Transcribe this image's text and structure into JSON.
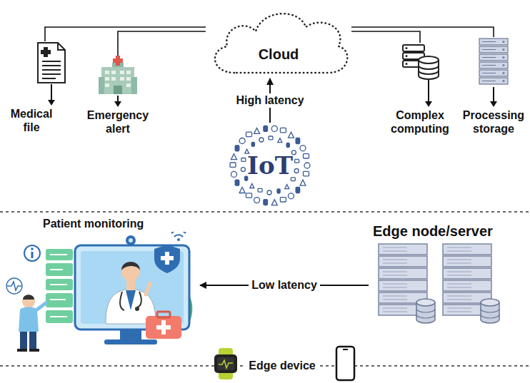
{
  "diagram": {
    "nodes": [
      {
        "text": [
          "Cloud"
        ]
      },
      {
        "text": [
          "Medical file"
        ]
      },
      {
        "text": [
          "Emergency alert"
        ]
      },
      {
        "text": [
          "Complex computing"
        ]
      },
      {
        "text": [
          "Processing storage"
        ]
      },
      {
        "text": [
          "IoT"
        ]
      },
      {
        "text": [
          "Patient monitoring"
        ]
      },
      {
        "text": [
          "Edge node/server"
        ]
      }
    ],
    "edges": [
      {
        "from": 0,
        "to": 1,
        "arrow": "none"
      },
      {
        "from": 0,
        "to": 2,
        "arrow": "none"
      },
      {
        "from": 0,
        "to": 3,
        "arrow": "none"
      },
      {
        "from": 0,
        "to": 4,
        "arrow": "none"
      },
      {
        "from": 5,
        "to": 0,
        "label": "High latency",
        "arrow": "to"
      },
      {
        "from": 7,
        "to": 6,
        "label": "Low latency",
        "arrow": "to"
      }
    ],
    "labels": [
      "Edge device"
    ]
  }
}
